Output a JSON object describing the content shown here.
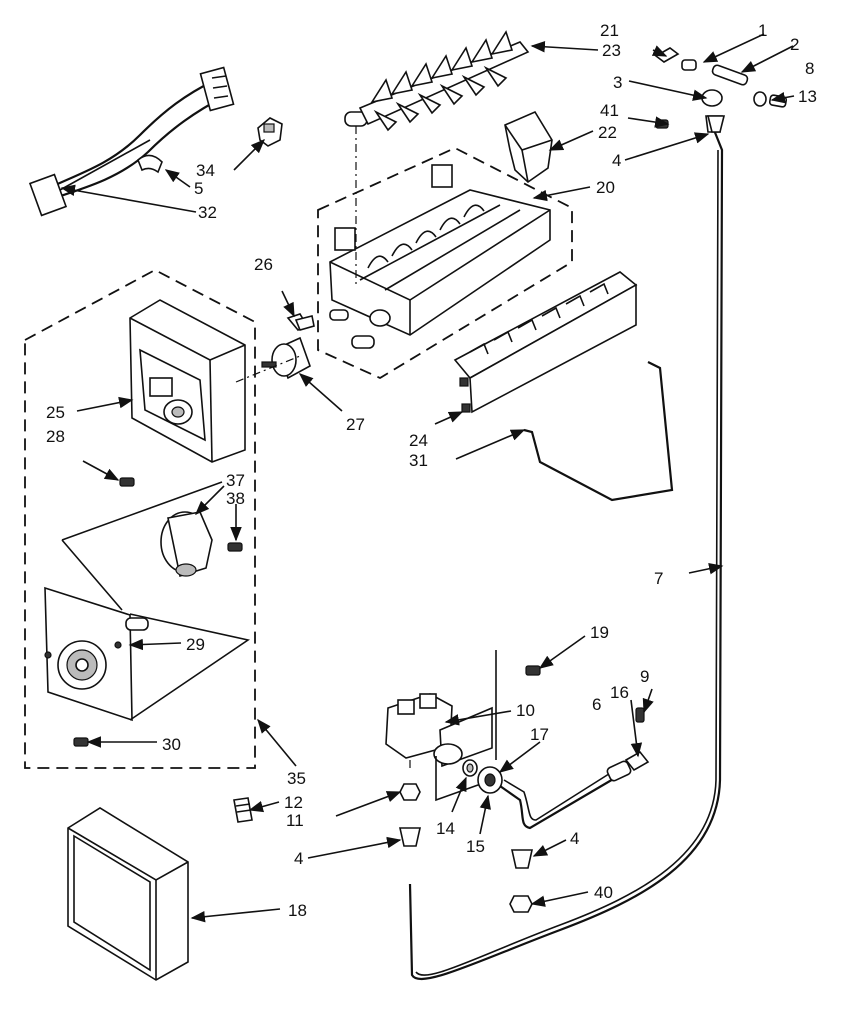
{
  "callouts": {
    "c1": "1",
    "c2": "2",
    "c3": "3",
    "c4a": "4",
    "c4b": "4",
    "c4c": "4",
    "c5": "5",
    "c6": "6",
    "c7": "7",
    "c8": "8",
    "c9": "9",
    "c10": "10",
    "c11": "11",
    "c12": "12",
    "c13": "13",
    "c14": "14",
    "c15": "15",
    "c16": "16",
    "c17": "17",
    "c18": "18",
    "c19": "19",
    "c20": "20",
    "c21": "21",
    "c22": "22",
    "c23": "23",
    "c24": "24",
    "c25": "25",
    "c26": "26",
    "c27": "27",
    "c28": "28",
    "c29": "29",
    "c30": "30",
    "c31": "31",
    "c32": "32",
    "c34": "34",
    "c35": "35",
    "c37": "37",
    "c38": "38",
    "c40": "40",
    "c41": "41"
  }
}
